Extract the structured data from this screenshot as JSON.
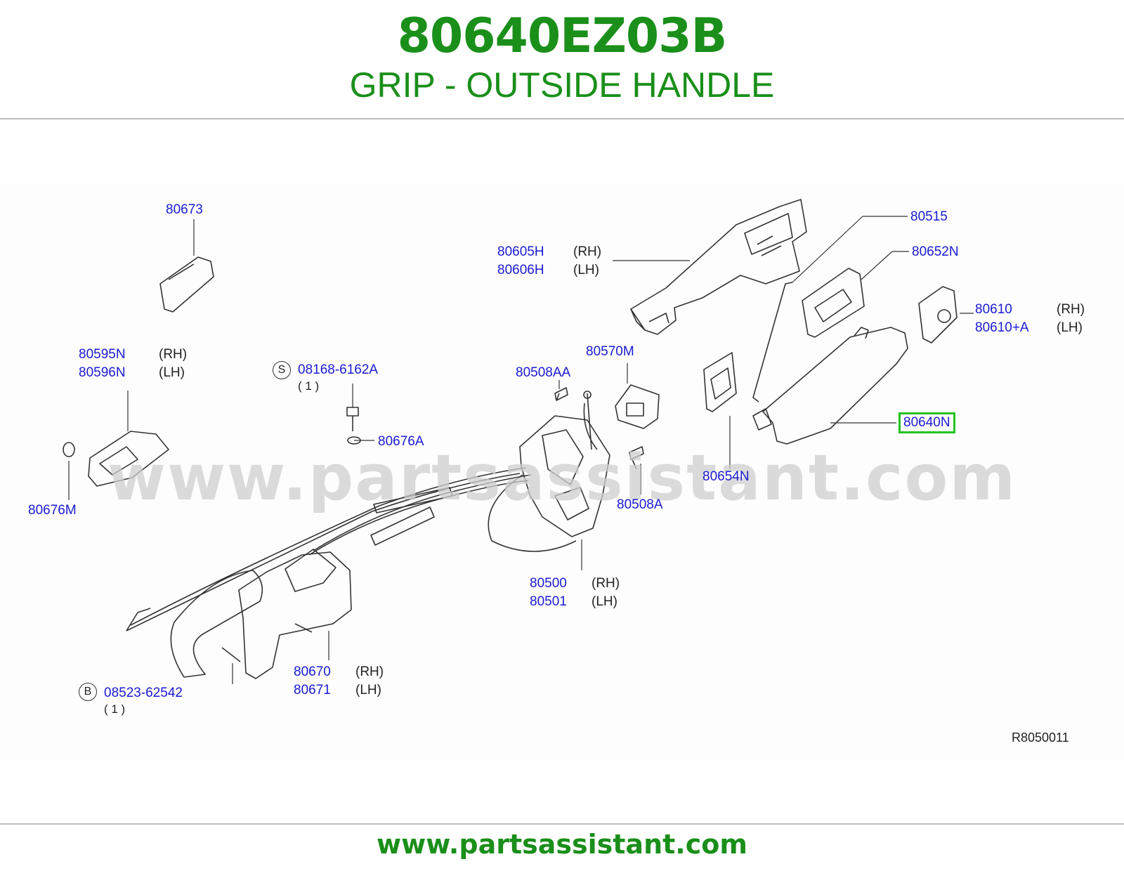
{
  "header": {
    "part_number": "80640EZ03B",
    "description": "GRIP - OUTSIDE HANDLE"
  },
  "watermark": "www.partsassistant.com",
  "footer": {
    "url": "www.partsassistant.com"
  },
  "diagram": {
    "reference_code": "R8050011",
    "highlighted": "80640N",
    "callouts": {
      "c80673": "80673",
      "c80605H": "80605H",
      "c80606H": "80606H",
      "c80515": "80515",
      "c80652N": "80652N",
      "c80610": "80610",
      "c80610A": "80610+A",
      "c80595N": "80595N",
      "c80596N": "80596N",
      "c08168": "08168-6162A",
      "c80676A": "80676A",
      "c80508AA": "80508AA",
      "c80570M": "80570M",
      "c80640N": "80640N",
      "c80654N": "80654N",
      "c80676M": "80676M",
      "c80508A": "80508A",
      "c80500": "80500",
      "c80501": "80501",
      "c80670": "80670",
      "c80671": "80671",
      "c08523": "08523-62542"
    },
    "sides": {
      "rh": "(RH)",
      "lh": "(LH)"
    },
    "qty": "( 1 )",
    "markers": {
      "s": "S",
      "b": "B"
    }
  }
}
